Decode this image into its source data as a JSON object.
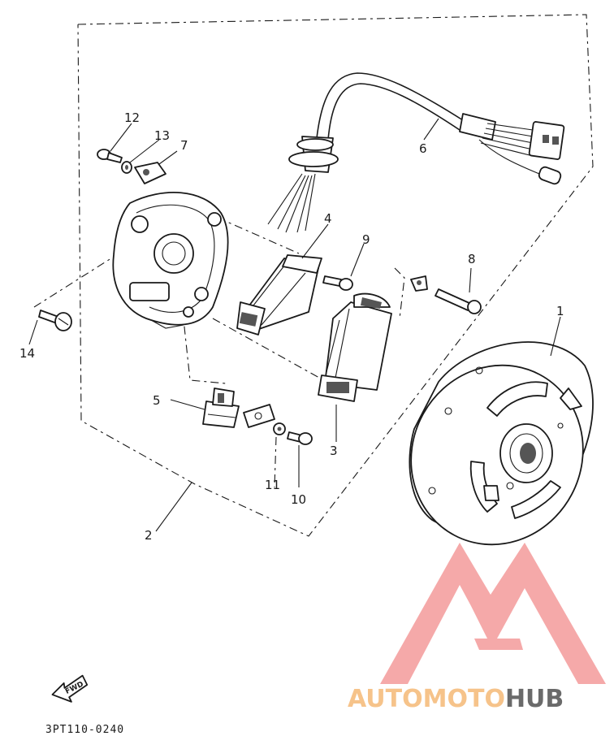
{
  "callouts": [
    "1",
    "2",
    "3",
    "4",
    "5",
    "6",
    "7",
    "8",
    "9",
    "10",
    "11",
    "12",
    "13",
    "14"
  ],
  "diagram_code": "3PT110-0240",
  "fwd_marker": "FWD",
  "watermark": {
    "part1": "AUTO",
    "part2": "MOTO",
    "part3": "HUB",
    "colors": {
      "logo": "#f4a0a0",
      "part1": "#f6c38a",
      "part3": "#6a6a6a"
    }
  }
}
